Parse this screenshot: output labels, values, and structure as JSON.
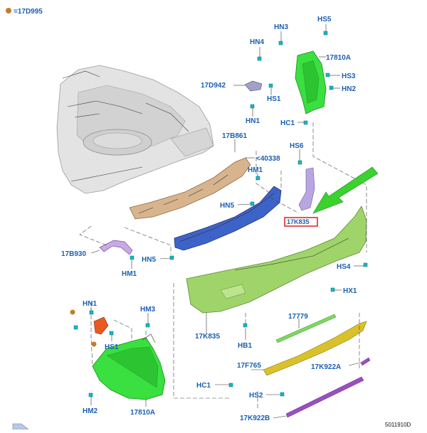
{
  "legend": {
    "marker_color": "#c77a2e",
    "text": "=17D995"
  },
  "diagram_id": "5011910D",
  "highlight": {
    "label": "17K835",
    "box_color": "#e01b24",
    "arrow_color": "#3bd12f"
  },
  "colors": {
    "label": "#1a5fb4",
    "bumper_cover": "#9fd46a",
    "reinforcement_bar": "#3e63c8",
    "absorber": "#d7b48e",
    "brackets": "#39e03f",
    "skid": "#d9c12c",
    "strip": "#9a4fc0",
    "fasteners": "#16b7c8"
  },
  "labels": {
    "HS5": "HS5",
    "HN3": "HN3",
    "HN4": "HN4",
    "p17810A_top": "17810A",
    "HS3": "HS3",
    "HN2": "HN2",
    "p17D942": "17D942",
    "HS1_top": "HS1",
    "HN1_top": "HN1",
    "HC1_top": "HC1",
    "p17B861": "17B861",
    "p40338": "<40338",
    "HS6": "HS6",
    "HM1_mid": "HM1",
    "HN5_mid": "HN5",
    "p17B930": "17B930",
    "HN5_low": "HN5",
    "HM1_low": "HM1",
    "HS4": "HS4",
    "HX1": "HX1",
    "HN1_low": "HN1",
    "HM3": "HM3",
    "HS1_low": "HS1",
    "p17K835": "17K835",
    "HB1": "HB1",
    "p17779": "17779",
    "p17F765": "17F765",
    "p17K922A": "17K922A",
    "HC1_low": "HC1",
    "HS2": "HS2",
    "HM2": "HM2",
    "p17810A_low": "17810A",
    "p17K922B": "17K922B"
  }
}
